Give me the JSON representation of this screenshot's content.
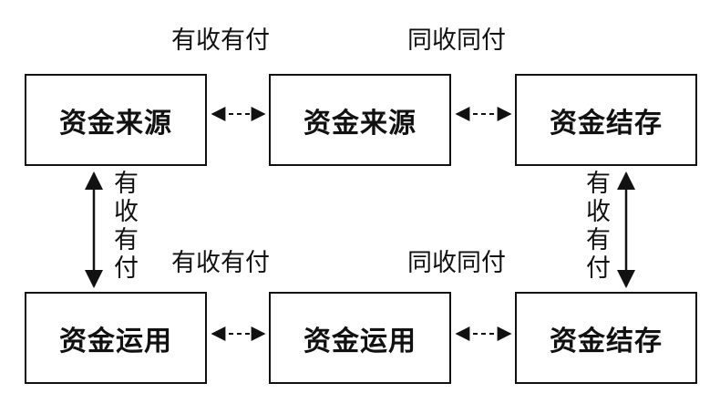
{
  "boxes": {
    "top_left": "资金来源",
    "top_middle": "资金来源",
    "top_right": "资金结存",
    "bottom_left": "资金运用",
    "bottom_middle": "资金运用",
    "bottom_right": "资金结存"
  },
  "labels": {
    "top_left": "有收有付",
    "top_right": "同收同付",
    "bottom_left": "有收有付",
    "bottom_right": "同收同付",
    "vertical_left": "有收有付",
    "vertical_right": "有收有付"
  }
}
